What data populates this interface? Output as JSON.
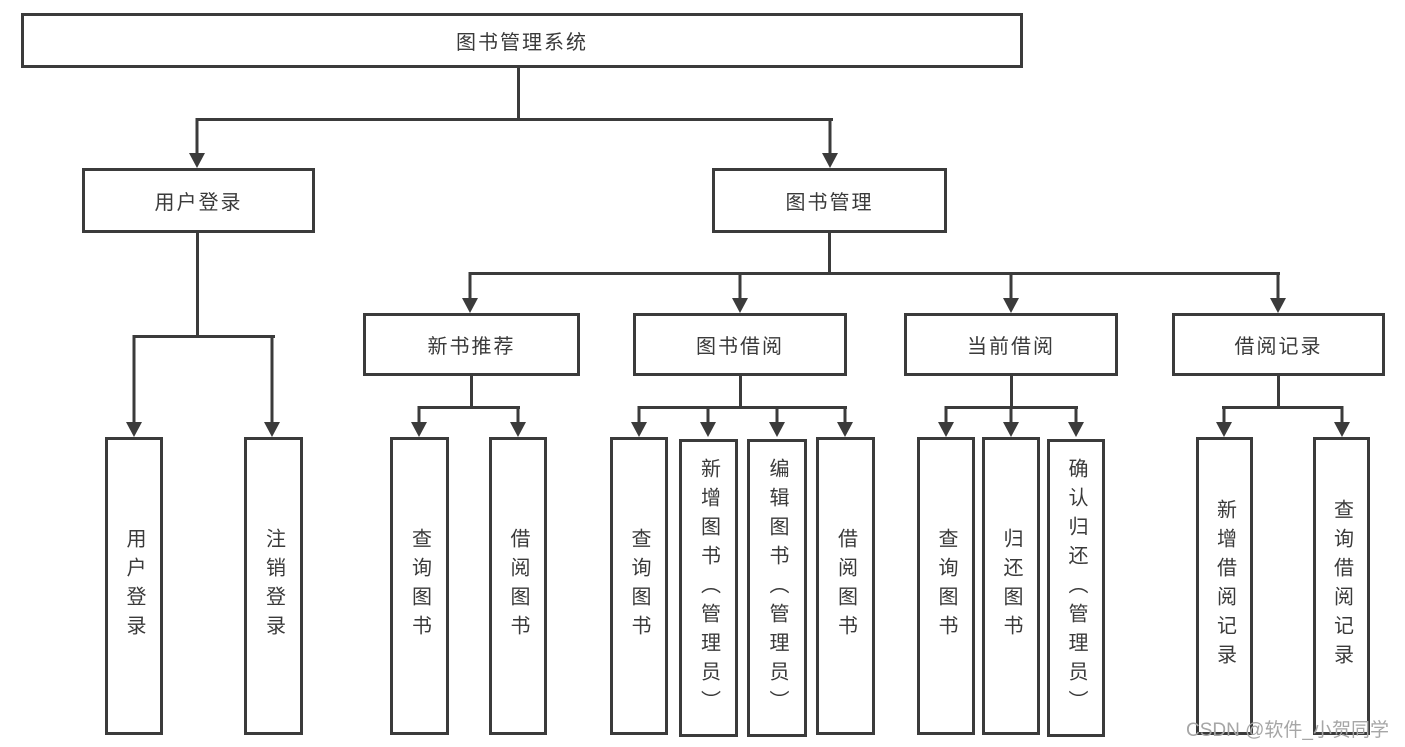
{
  "diagram": {
    "root": {
      "label": "图书管理系统"
    },
    "level2": [
      {
        "label": "用户登录"
      },
      {
        "label": "图书管理"
      }
    ],
    "level3": [
      {
        "label": "新书推荐"
      },
      {
        "label": "图书借阅"
      },
      {
        "label": "当前借阅"
      },
      {
        "label": "借阅记录"
      }
    ],
    "leaves": {
      "user_login": [
        {
          "label": "用户登录"
        },
        {
          "label": "注销登录"
        }
      ],
      "new_book": [
        {
          "label": "查询图书"
        },
        {
          "label": "借阅图书"
        }
      ],
      "book_borrow": [
        {
          "label": "查询图书"
        },
        {
          "label": "新增图书（管理员）"
        },
        {
          "label": "编辑图书（管理员）"
        },
        {
          "label": "借阅图书"
        }
      ],
      "current_borrow": [
        {
          "label": "查询图书"
        },
        {
          "label": "归还图书"
        },
        {
          "label": "确认归还（管理员）"
        }
      ],
      "borrow_record": [
        {
          "label": "新增借阅记录"
        },
        {
          "label": "查询借阅记录"
        }
      ]
    }
  },
  "watermark": {
    "text": "CSDN @软件_小贺同学"
  },
  "colors": {
    "line": "#3b3b3b",
    "text": "#3a3a3a",
    "watermark": "#a6a6a6",
    "background": "#ffffff"
  }
}
